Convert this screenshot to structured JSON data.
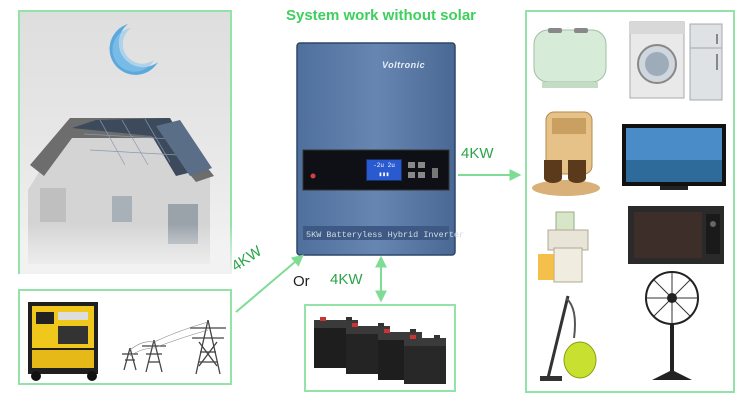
{
  "title": "System work without solar",
  "labels": {
    "input_power": "4KW",
    "or": "Or",
    "battery_power": "4KW",
    "output_power": "4KW"
  },
  "inverter": {
    "brand": "Voltronic",
    "name": "5KW Batteryless Hybrid Inverter",
    "lcd_line1": "-2u  2u",
    "lcd_line2": "▮▮▮"
  },
  "sources": [
    "diesel-generator",
    "power-grid"
  ],
  "appliances": [
    "toaster",
    "washing-machine",
    "refrigerator",
    "coffee-maker",
    "television",
    "juicer",
    "microwave",
    "vacuum-cleaner",
    "standing-fan"
  ],
  "colors": {
    "accent": "#3ecf5e",
    "panel_border": "#93e2a8",
    "inverter_body": "#5a7aa8"
  }
}
